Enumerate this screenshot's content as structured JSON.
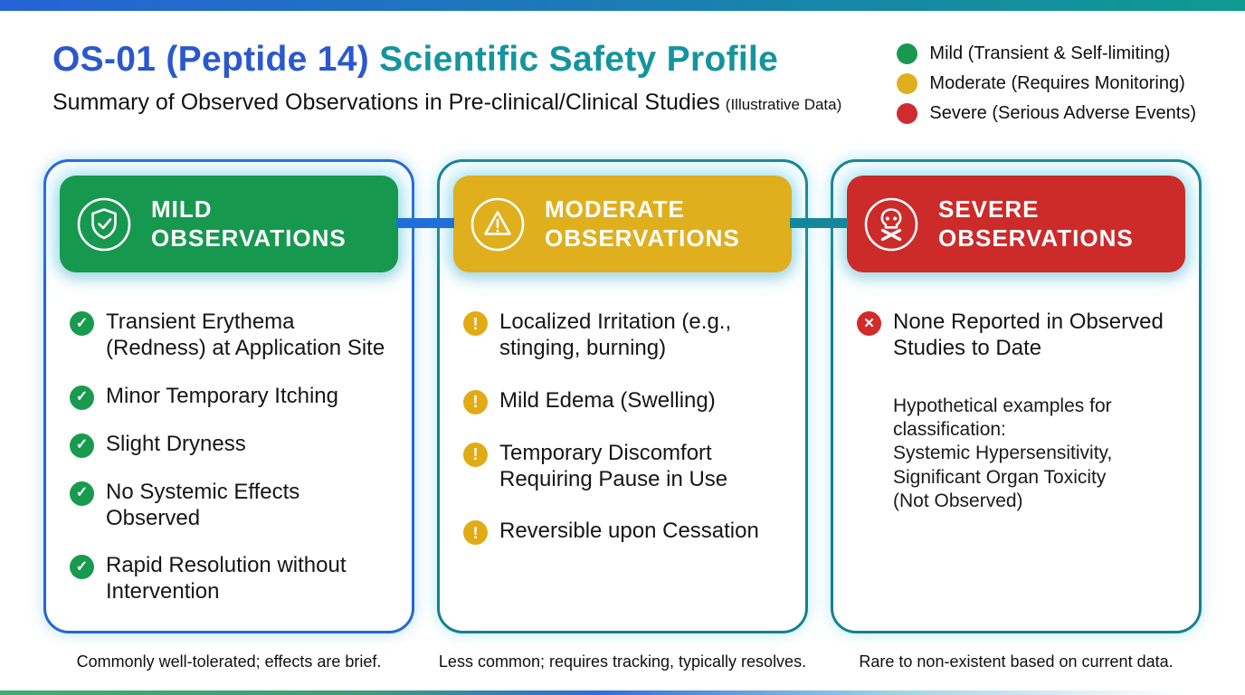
{
  "page": {
    "top_bar_gradient": [
      "#2563d6",
      "#0f9a90"
    ],
    "bottom_bar_gradient": [
      "#3fae6f",
      "#2f6fd8",
      "#ffffff"
    ]
  },
  "header": {
    "title_primary": "OS-01 (Peptide 14)",
    "title_secondary": " Scientific Safety Profile",
    "subtitle": "Summary of Observed Observations in Pre-clinical/Clinical Studies",
    "subtitle_note": "(Illustrative Data)"
  },
  "legend": [
    {
      "label": "Mild (Transient & Self-limiting)",
      "color": "#1a9850"
    },
    {
      "label": "Moderate (Requires Monitoring)",
      "color": "#e0af1f"
    },
    {
      "label": "Severe (Serious Adverse Events)",
      "color": "#cf2b30"
    }
  ],
  "columns": [
    {
      "key": "mild",
      "title_line1": "MILD",
      "title_line2": "OBSERVATIONS",
      "header_color": "#17984f",
      "border_color": "#2465d6",
      "icon": "shield-check-icon",
      "items": [
        "Transient Erythema (Redness) at Application Site",
        "Minor Temporary Itching",
        "Slight Dryness",
        "No Systemic Effects Observed",
        "Rapid Resolution without Intervention"
      ],
      "caption": "Commonly well-tolerated; effects are brief."
    },
    {
      "key": "moderate",
      "title_line1": "MODERATE",
      "title_line2": "OBSERVATIONS",
      "header_color": "#dfaf1e",
      "border_color": "#15808f",
      "icon": "warning-triangle-icon",
      "items": [
        "Localized Irritation (e.g., stinging, burning)",
        "Mild Edema (Swelling)",
        "Temporary Discomfort Requiring Pause in Use",
        "Reversible upon Cessation"
      ],
      "caption": "Less common; requires tracking, typically resolves."
    },
    {
      "key": "severe",
      "title_line1": "SEVERE",
      "title_line2": "OBSERVATIONS",
      "header_color": "#cd2a2a",
      "border_color": "#15808f",
      "icon": "skull-crossbones-icon",
      "items": [
        "None Reported in Observed Studies to Date"
      ],
      "note": "Hypothetical examples for\nclassification:\nSystemic Hypersensitivity,\nSignificant Organ Toxicity\n(Not Observed)",
      "caption": "Rare to non-existent based on current data."
    }
  ],
  "bullets": {
    "check": "✓",
    "warning": "!",
    "cross": "✕"
  }
}
